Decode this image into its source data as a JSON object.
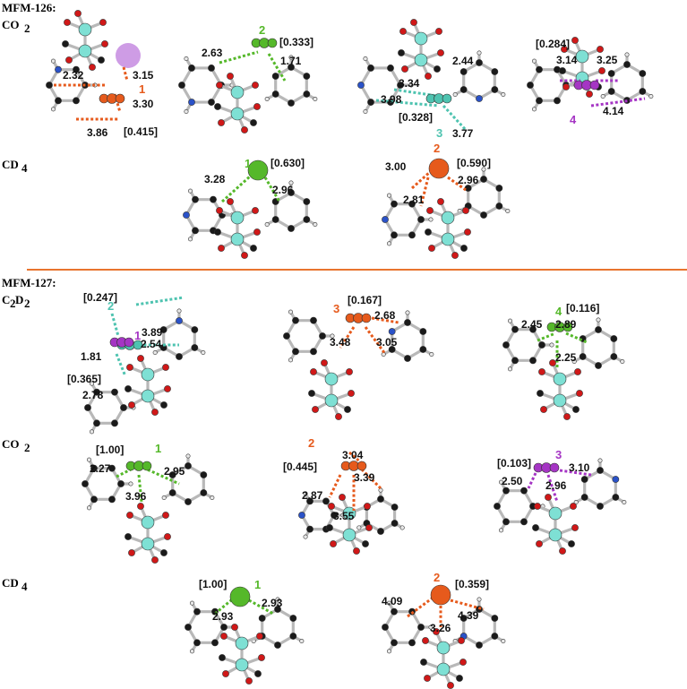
{
  "colors": {
    "green": "#55b82a",
    "orange": "#e65a1c",
    "teal": "#4ec3b0",
    "purple": "#a535c4",
    "divider": "#e8742e",
    "carbon": "#1a1a1a",
    "hydrogen": "#e8e8e8",
    "oxygen": "#d01818",
    "nitrogen": "#2a52c8",
    "copper": "#7ee0d4"
  },
  "sections": {
    "mfm126": "MFM-126:",
    "co2_a": "CO",
    "cd4_a": "CD",
    "mfm127": "MFM-127:",
    "c2d2": "C",
    "co2_b": "CO",
    "cd4_b": "CD"
  },
  "panels": [
    {
      "site": "1",
      "color": "orange",
      "occ": "[0.415]",
      "dists": [
        "2.32",
        "3.15",
        "3.30",
        "3.86"
      ]
    },
    {
      "site": "2",
      "color": "green",
      "occ": "[0.333]",
      "dists": [
        "2.63",
        "1.71"
      ]
    },
    {
      "site": "3",
      "color": "teal",
      "occ": "[0.328]",
      "dists": [
        "2.44",
        "3.34",
        "3.98",
        "3.77"
      ]
    },
    {
      "site": "4",
      "color": "purple",
      "occ": "[0.284]",
      "dists": [
        "3.14",
        "3.25",
        "4.14"
      ]
    },
    {
      "site": "1",
      "color": "green",
      "occ": "[0.630]",
      "dists": [
        "3.28",
        "2.96"
      ]
    },
    {
      "site": "2",
      "color": "orange",
      "occ": "[0.590]",
      "dists": [
        "3.00",
        "2.81",
        "2.96"
      ]
    },
    {
      "site": "2",
      "color": "teal",
      "occ": "[0.247]",
      "dists": [
        "3.89",
        "1.81",
        "2.54",
        "2.78"
      ],
      "site2": "1",
      "occ2": "[0.365]"
    },
    {
      "site": "3",
      "color": "orange",
      "occ": "[0.167]",
      "dists": [
        "2.68",
        "3.48",
        "3.05"
      ]
    },
    {
      "site": "4",
      "color": "green",
      "occ": "[0.116]",
      "dists": [
        "2.45",
        "2.89",
        "2.25"
      ]
    },
    {
      "site": "1",
      "color": "green",
      "occ": "[1.00]",
      "dists": [
        "2.27",
        "2.95",
        "3.96"
      ]
    },
    {
      "site": "2",
      "color": "orange",
      "occ": "[0.445]",
      "dists": [
        "3.04",
        "3.39",
        "2.87",
        "3.55"
      ]
    },
    {
      "site": "3",
      "color": "purple",
      "occ": "[0.103]",
      "dists": [
        "3.10",
        "2.50",
        "2.96"
      ]
    },
    {
      "site": "1",
      "color": "green",
      "occ": "[1.00]",
      "dists": [
        "2.93",
        "2.93"
      ]
    },
    {
      "site": "2",
      "color": "orange",
      "occ": "[0.359]",
      "dists": [
        "4.09",
        "4.39",
        "3.26"
      ]
    }
  ]
}
